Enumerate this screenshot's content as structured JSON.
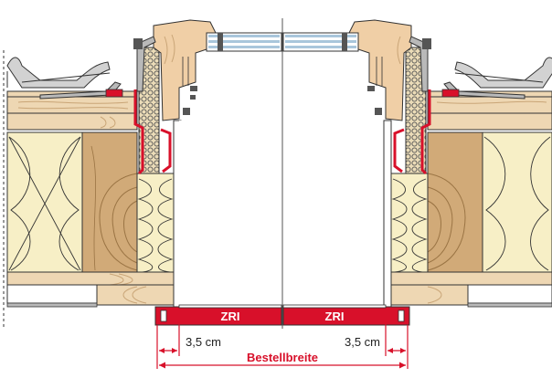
{
  "labels": {
    "zri_left": "ZRI",
    "zri_right": "ZRI",
    "dim_left": "3,5 cm",
    "dim_right": "3,5 cm",
    "order_width": "Bestellbreite"
  },
  "colors": {
    "red": "#d8102a",
    "wood_light": "#eed7b3",
    "wood_grain": "#c9a577",
    "rafter": "#d1aa78",
    "insulation": "#f7efc6",
    "cork": "#eadbb7",
    "frame_wood": "#f0cfa6",
    "glass": "#a9c6db",
    "roof_tile": "#d2d2d2",
    "metal": "#b9b9b9",
    "line": "#333333"
  }
}
